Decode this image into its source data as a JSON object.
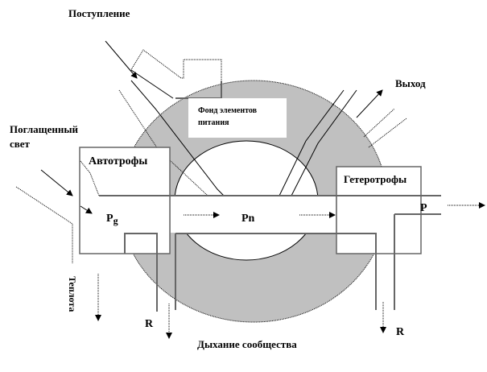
{
  "labels": {
    "input": "Поступление",
    "output": "Выход",
    "absorbed_light_1": "Поглащенный",
    "absorbed_light_2": "свет",
    "nutrient_pool_1": "Фонд элементов",
    "nutrient_pool_2": "питания",
    "autotrophs": "Автотрофы",
    "heterotrophs": "Гетеротрофы",
    "pg_main": "P",
    "pg_sub": "g",
    "pn": "Pn",
    "p": "P",
    "heat": "Теплота",
    "r_left": "R",
    "r_right": "R",
    "community_respiration": "Дыхание сообщества"
  },
  "colors": {
    "ring": "#c0c0c0"
  }
}
